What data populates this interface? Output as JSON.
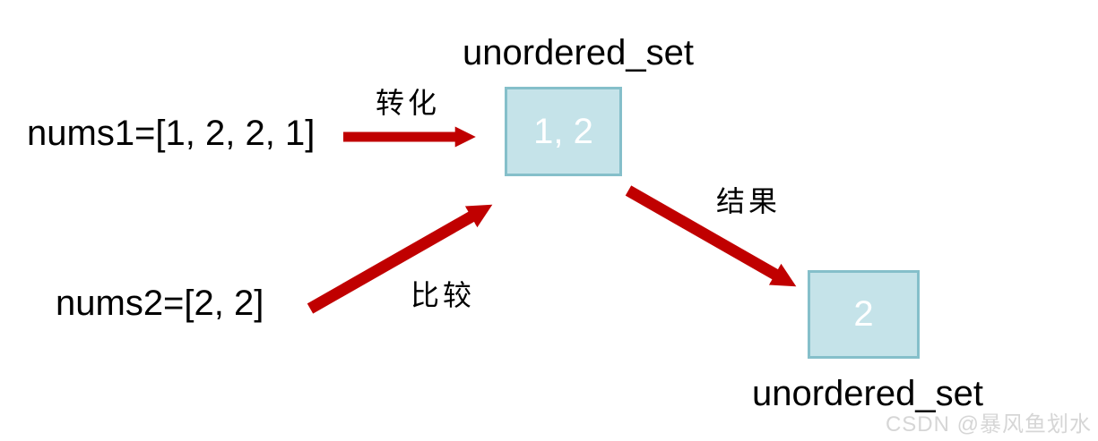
{
  "diagram": {
    "top_set": {
      "title": "unordered_set",
      "value": "1, 2"
    },
    "bottom_set": {
      "title": "unordered_set",
      "value": "2"
    },
    "inputs": {
      "nums1": "nums1=[1, 2, 2, 1]",
      "nums2": "nums2=[2, 2]"
    },
    "arrows": {
      "transform": {
        "label": "转化"
      },
      "compare": {
        "label": "比较"
      },
      "result": {
        "label": "结果"
      }
    },
    "colors": {
      "arrow": "#c00000",
      "box_fill": "#c5e3e9",
      "box_border": "#85bfca",
      "box_text": "#ffffff",
      "label_text": "#000000",
      "watermark": "#d6d6d6"
    }
  },
  "watermark": "CSDN @暴风鱼划水"
}
